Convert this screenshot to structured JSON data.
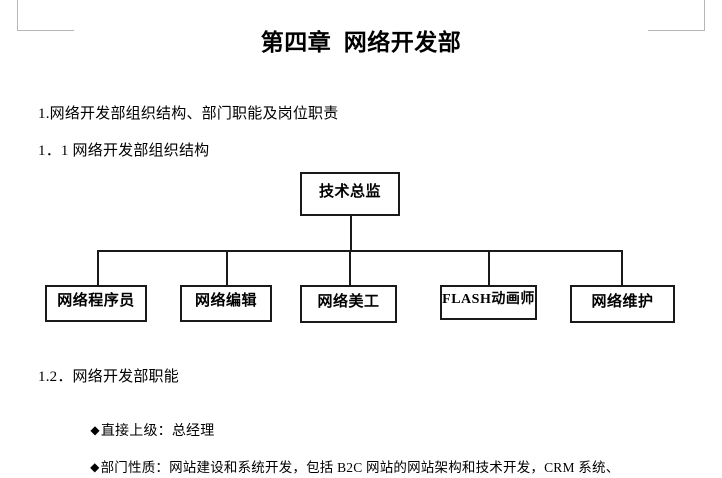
{
  "page": {
    "background_color": "#ffffff",
    "text_color": "#000000",
    "crop_mark_color": "#b6b6b6"
  },
  "document": {
    "title": "第四章  网络开发部",
    "sections": {
      "sec1_heading": "1.网络开发部组织结构、部门职能及岗位职责",
      "sec11_heading": "1．1 网络开发部组织结构",
      "sec12_heading": "1.2．网络开发部职能"
    },
    "bullets": [
      {
        "glyph": "◆",
        "text": "直接上级：总经理"
      },
      {
        "glyph": "◆",
        "text": "部门性质：网站建设和系统开发，包括 B2C 网站的网站架构和技术开发，CRM 系统、"
      }
    ]
  },
  "org_chart": {
    "root": {
      "label": "技术总监"
    },
    "nodes": [
      {
        "label": "网络程序员"
      },
      {
        "label": "网络编辑"
      },
      {
        "label": "网络美工"
      },
      {
        "label": "FLASH动画师"
      },
      {
        "label": "网络维护"
      }
    ],
    "line_color": "#1a1a1a",
    "box_fill": "#ffffff"
  }
}
